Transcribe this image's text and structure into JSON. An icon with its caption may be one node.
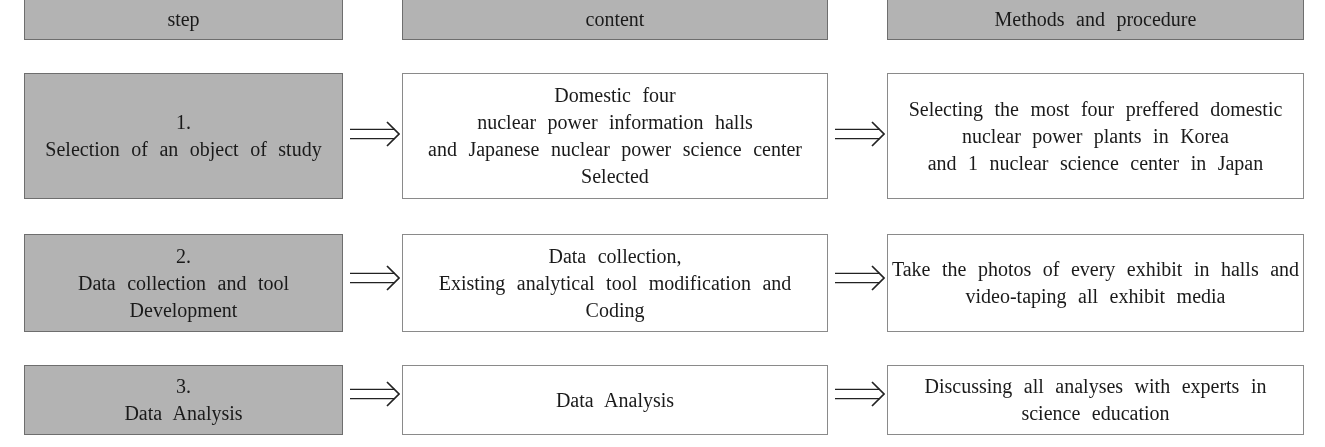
{
  "diagram": {
    "nodes": [
      {
        "text": [
          "step"
        ]
      },
      {
        "text": [
          "content"
        ]
      },
      {
        "text": [
          "Methods and procedure"
        ]
      },
      {
        "text": [
          "1.",
          "Selection of an object of study"
        ]
      },
      {
        "text": [
          "Domestic four nuclear power information halls and Japanese nuclear power science center Selected"
        ]
      },
      {
        "text": [
          "Selecting the most four preffered domestic nuclear power plants in Korea and 1 nuclear science center in Japan"
        ]
      },
      {
        "text": [
          "2.",
          "Data collection and tool Development"
        ]
      },
      {
        "text": [
          "Data collection, Existing analytical tool modification and Coding"
        ]
      },
      {
        "text": [
          "Take the photos of every exhibit in halls and video-taping all exhibit media"
        ]
      },
      {
        "text": [
          "3.",
          "Data Analysis"
        ]
      },
      {
        "text": [
          "Data Analysis"
        ]
      },
      {
        "text": [
          "Discussing all analyses with experts in science education"
        ]
      }
    ],
    "edges": [
      {
        "from": 3,
        "to": 4,
        "arrow": "to"
      },
      {
        "from": 4,
        "to": 5,
        "arrow": "to"
      },
      {
        "from": 6,
        "to": 7,
        "arrow": "to"
      },
      {
        "from": 7,
        "to": 8,
        "arrow": "to"
      },
      {
        "from": 9,
        "to": 10,
        "arrow": "to"
      },
      {
        "from": 10,
        "to": 11,
        "arrow": "to"
      }
    ]
  }
}
